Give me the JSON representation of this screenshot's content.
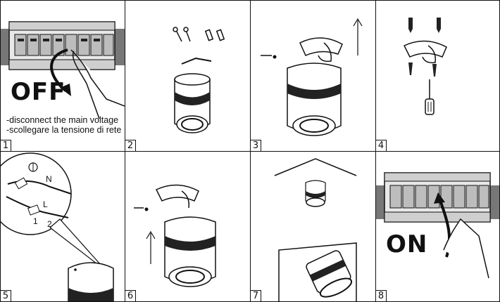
{
  "panels": [
    {
      "number": "1",
      "label": "OFF",
      "notes": [
        "-disconnect the main voltage",
        "-scollegare la tensione di rete"
      ]
    },
    {
      "number": "2"
    },
    {
      "number": "3"
    },
    {
      "number": "4"
    },
    {
      "number": "5",
      "wire_labels": {
        "neutral": "N",
        "live": "L",
        "one": "1",
        "two": "2"
      }
    },
    {
      "number": "6"
    },
    {
      "number": "7"
    },
    {
      "number": "8",
      "label": "ON"
    }
  ]
}
